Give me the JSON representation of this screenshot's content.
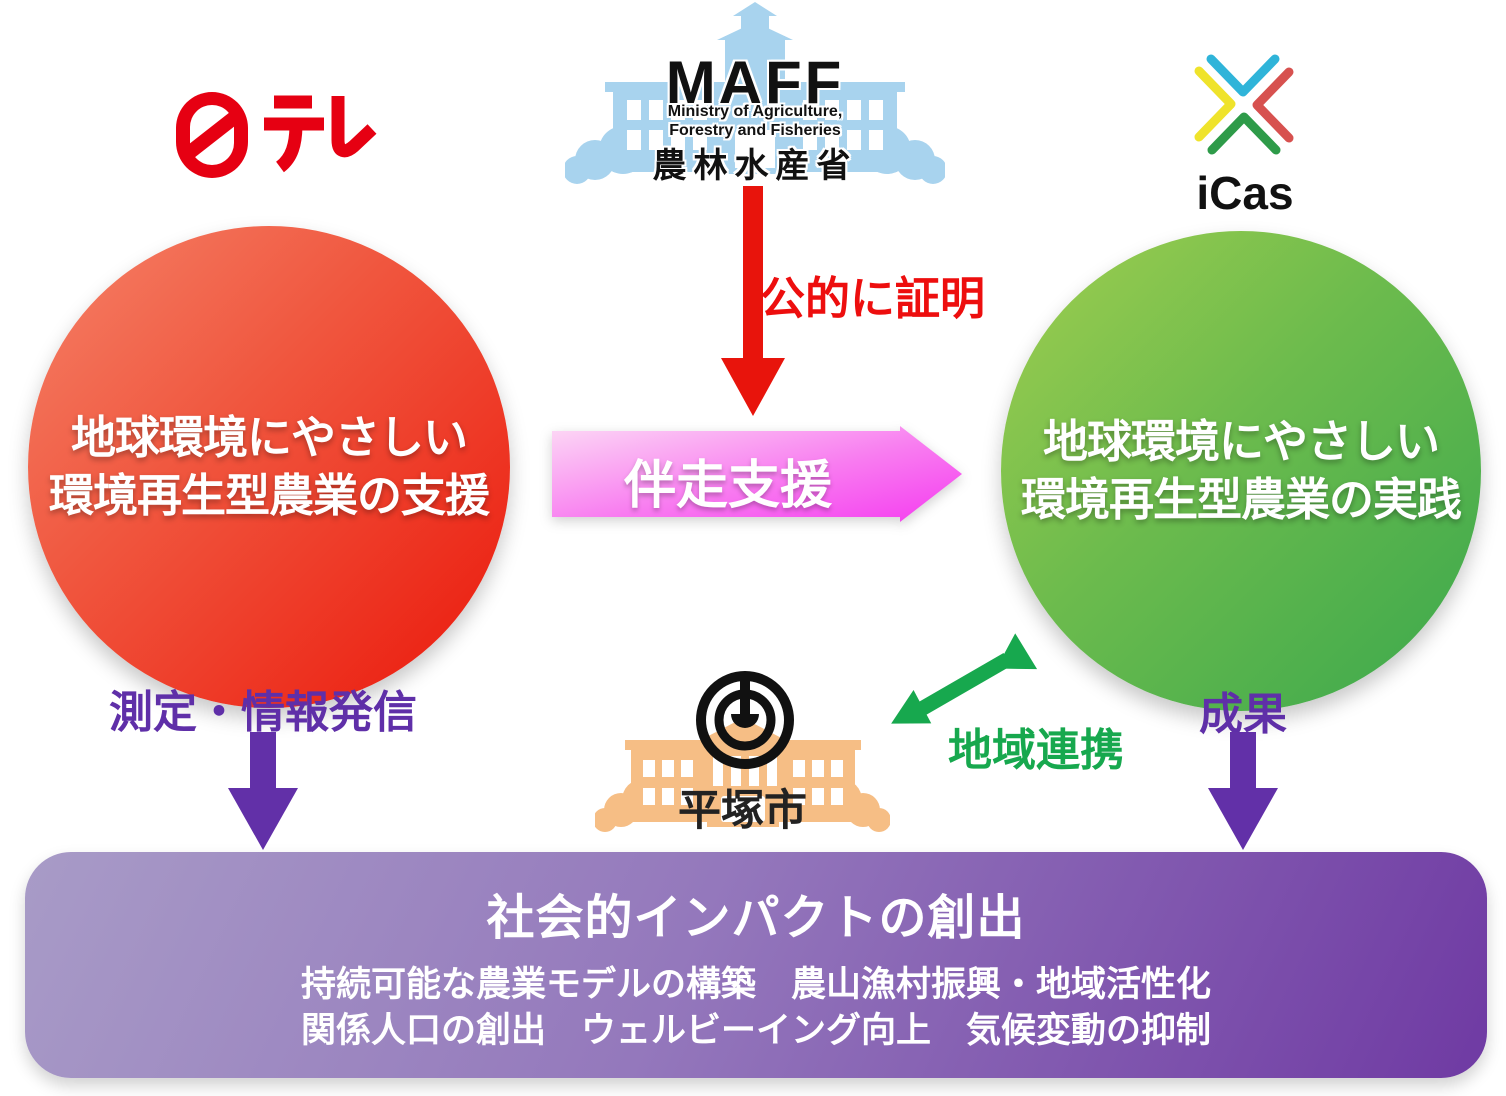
{
  "logos": {
    "nittele": {
      "name": "日テレ",
      "color": "#E60012"
    },
    "maff": {
      "title": "MAFF",
      "subtitle_line1": "Ministry of Agriculture,",
      "subtitle_line2": "Forestry and Fisheries",
      "jp_name": "農林水産省",
      "building_color": "#A8D3EE"
    },
    "icas": {
      "label": "iCas",
      "mark_colors": {
        "top": "#2FB4D9",
        "left": "#EFE32B",
        "right": "#D7514F",
        "bottom": "#2E9B49"
      }
    },
    "hiratsuka": {
      "label": "平塚市",
      "building_color": "#F6BE85",
      "emblem_color": "#111111"
    }
  },
  "left_circle": {
    "line1": "地球環境にやさしい",
    "line2": "環境再生型農業の支援",
    "gradient_from": "#F58268",
    "gradient_to": "#EC2415"
  },
  "right_circle": {
    "line1": "地球環境にやさしい",
    "line2": "環境再生型農業の実践",
    "gradient_from": "#A0CE4E",
    "gradient_to": "#3AA84D"
  },
  "arrows": {
    "certify_label": "公的に証明",
    "certify_color": "#ED0E0E",
    "accompany_label": "伴走支援",
    "accompany_gradient_from": "#FCD9F5",
    "accompany_gradient_to": "#F53BF0",
    "region_label": "地域連携",
    "region_color": "#17A84E",
    "left_output_label": "測定・情報発信",
    "right_output_label": "成果",
    "output_color": "#5F2FA8"
  },
  "impact_box": {
    "title": "社会的インパクトの創出",
    "line1": "持続可能な農業モデルの構築　農山漁村振興・地域活性化",
    "line2": "関係人口の創出　ウェルビーイング向上　気候変動の抑制",
    "gradient_from": "#A89BC7",
    "gradient_to": "#6F3AA3"
  }
}
